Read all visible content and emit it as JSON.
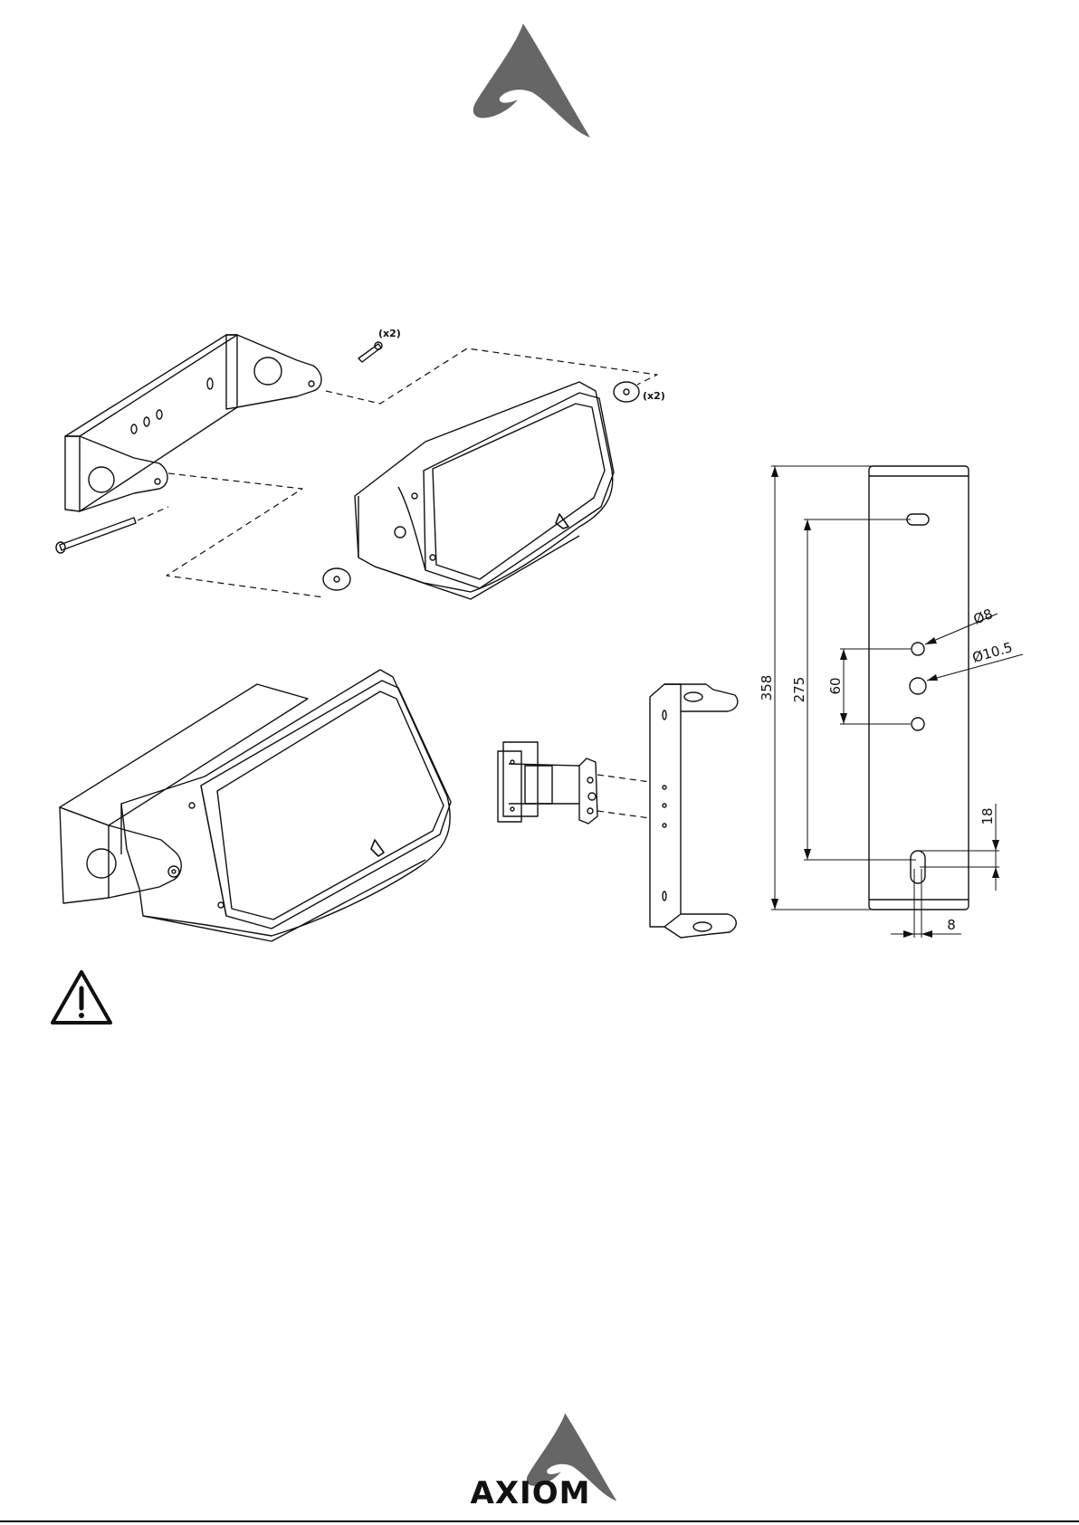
{
  "logo": {
    "brand_name": "AXIOM",
    "mark_color": "#666666"
  },
  "exploded_view": {
    "screw_qty": "(x2)",
    "spacer_qty": "(x2)"
  },
  "dimension_drawing": {
    "total_height": "358",
    "hole_span": "275",
    "hole_pitch": "60",
    "small_hole": "Ø8",
    "large_hole": "Ø10.5",
    "slot_height": "18",
    "slot_width": "8"
  },
  "warning": {
    "icon": "warning-triangle-icon"
  },
  "footer": {
    "rule_color": "#000000"
  }
}
